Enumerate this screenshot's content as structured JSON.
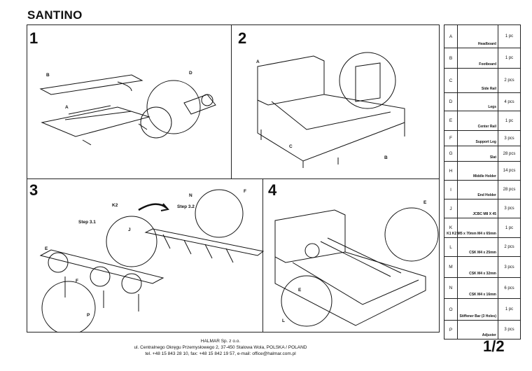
{
  "title": "SANTINO",
  "steps": {
    "s1": "1",
    "s2": "2",
    "s3": "3",
    "s4": "4"
  },
  "labels": {
    "A": "A",
    "B": "B",
    "C": "C",
    "D": "D",
    "E": "E",
    "F": "F",
    "J": "J",
    "K2": "K2",
    "N": "N",
    "P": "P",
    "L": "L",
    "step31": "Step 3.1",
    "step32": "Step 3.2"
  },
  "parts": [
    {
      "letter": "A",
      "name": "Headboard",
      "qty": "1 pc"
    },
    {
      "letter": "B",
      "name": "Footboard",
      "qty": "1 pc"
    },
    {
      "letter": "C",
      "name": "Side Rail",
      "qty": "2 pcs"
    },
    {
      "letter": "D",
      "name": "Legs",
      "qty": "4 pcs"
    },
    {
      "letter": "E",
      "name": "Center Rail",
      "qty": "1 pc"
    },
    {
      "letter": "F",
      "name": "Support Leg",
      "qty": "3 pcs"
    },
    {
      "letter": "G",
      "name": "Slat",
      "qty": "28 pcs"
    },
    {
      "letter": "H",
      "name": "Middle Holder",
      "qty": "14 pcs"
    },
    {
      "letter": "I",
      "name": "End Holder",
      "qty": "28 pcs"
    },
    {
      "letter": "J",
      "name": "JCBC M8 X 45",
      "qty": "3 pcs"
    },
    {
      "letter": "K",
      "name": "K1 K2 M5 x 70mm M4 x 65mm",
      "qty": "1 pc"
    },
    {
      "letter": "L",
      "name": "CSK M4 x 25mm",
      "qty": "2 pcs"
    },
    {
      "letter": "M",
      "name": "CSK M4 x 32mm",
      "qty": "3 pcs"
    },
    {
      "letter": "N",
      "name": "CSK M4 x 16mm",
      "qty": "6 pcs"
    },
    {
      "letter": "O",
      "name": "Stiffener Bar (3 Holes)",
      "qty": "1 pc"
    },
    {
      "letter": "P",
      "name": "Adjuster",
      "qty": "3 pcs"
    }
  ],
  "footer": {
    "line1": "HALMAR Sp. z o.o.",
    "line2": "ul. Centralnego Okręgu Przemysłowego 2, 37-450 Stalowa Wola, POLSKA / POLAND",
    "line3": "tel. +48 15 843 28 10, fax: +48 15 842 19 57, e-mail: office@halmar.com.pl"
  },
  "page_number": "1/2"
}
